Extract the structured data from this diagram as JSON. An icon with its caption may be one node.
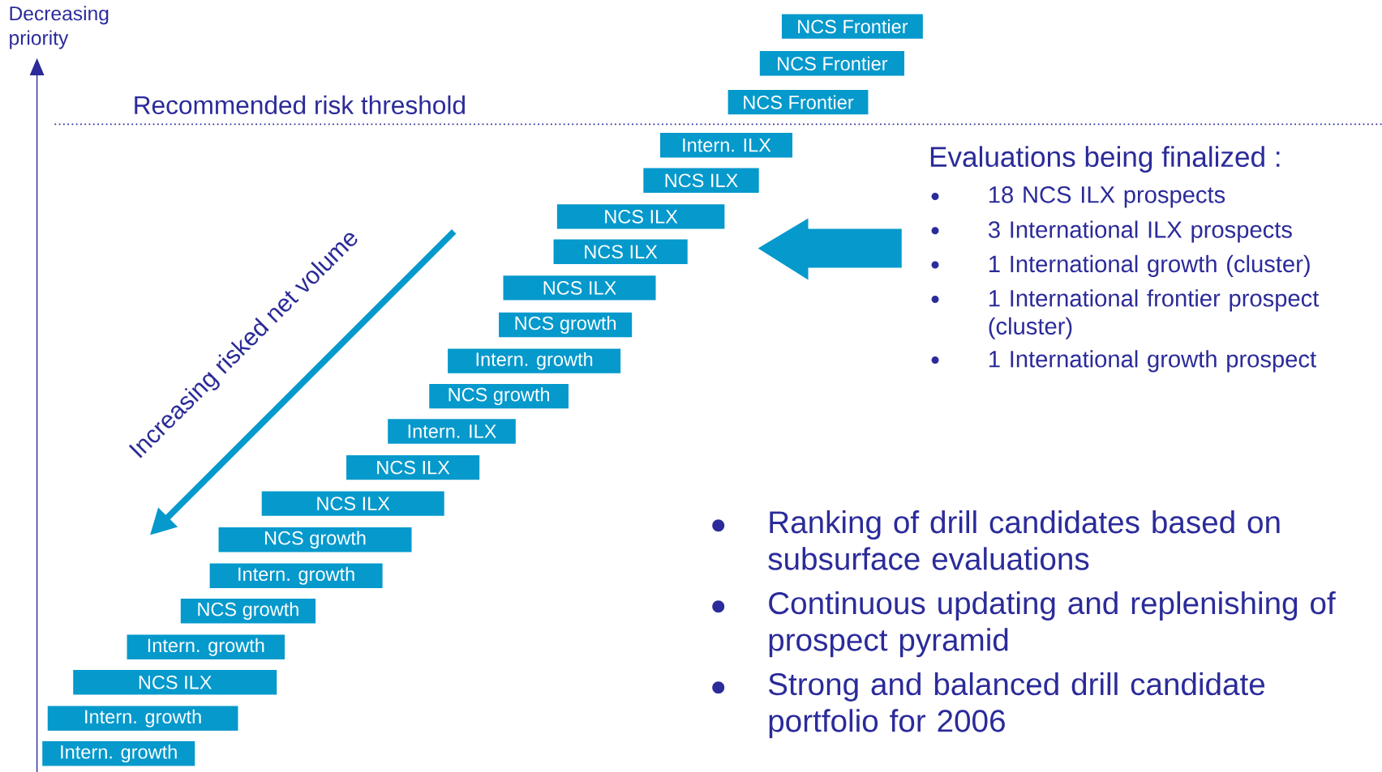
{
  "diagram": {
    "nodes": [
      {
        "text": [
          "NCS Frontier"
        ]
      },
      {
        "text": [
          "NCS Frontier"
        ]
      },
      {
        "text": [
          "NCS Frontier"
        ]
      },
      {
        "text": [
          "Intern. ILX"
        ]
      },
      {
        "text": [
          "NCS ILX"
        ]
      },
      {
        "text": [
          "NCS ILX"
        ]
      },
      {
        "text": [
          "NCS ILX"
        ]
      },
      {
        "text": [
          "NCS ILX"
        ]
      },
      {
        "text": [
          "NCS growth"
        ]
      },
      {
        "text": [
          "Intern. growth"
        ]
      },
      {
        "text": [
          "NCS growth"
        ]
      },
      {
        "text": [
          "Intern. ILX"
        ]
      },
      {
        "text": [
          "NCS ILX"
        ]
      },
      {
        "text": [
          "NCS ILX"
        ]
      },
      {
        "text": [
          "NCS growth"
        ]
      },
      {
        "text": [
          "Intern. growth"
        ]
      },
      {
        "text": [
          "NCS growth"
        ]
      },
      {
        "text": [
          "Intern. growth"
        ]
      },
      {
        "text": [
          "NCS ILX"
        ]
      },
      {
        "text": [
          "Intern. growth"
        ]
      },
      {
        "text": [
          "Intern. growth"
        ]
      }
    ],
    "labels": [
      "Decreasing priority",
      "Recommended risk threshold",
      "Increasing risked net volume",
      "Evaluations being finalized :",
      "18 NCS ILX prospects",
      "3 International ILX prospects",
      "1 International growth (cluster)",
      "1 International frontier prospect (cluster)",
      "1 International growth prospect",
      "Ranking of drill candidates based on subsurface evaluations",
      "Continuous updating and replenishing of prospect pyramid",
      "Strong and balanced drill candidate portfolio for 2006"
    ]
  }
}
